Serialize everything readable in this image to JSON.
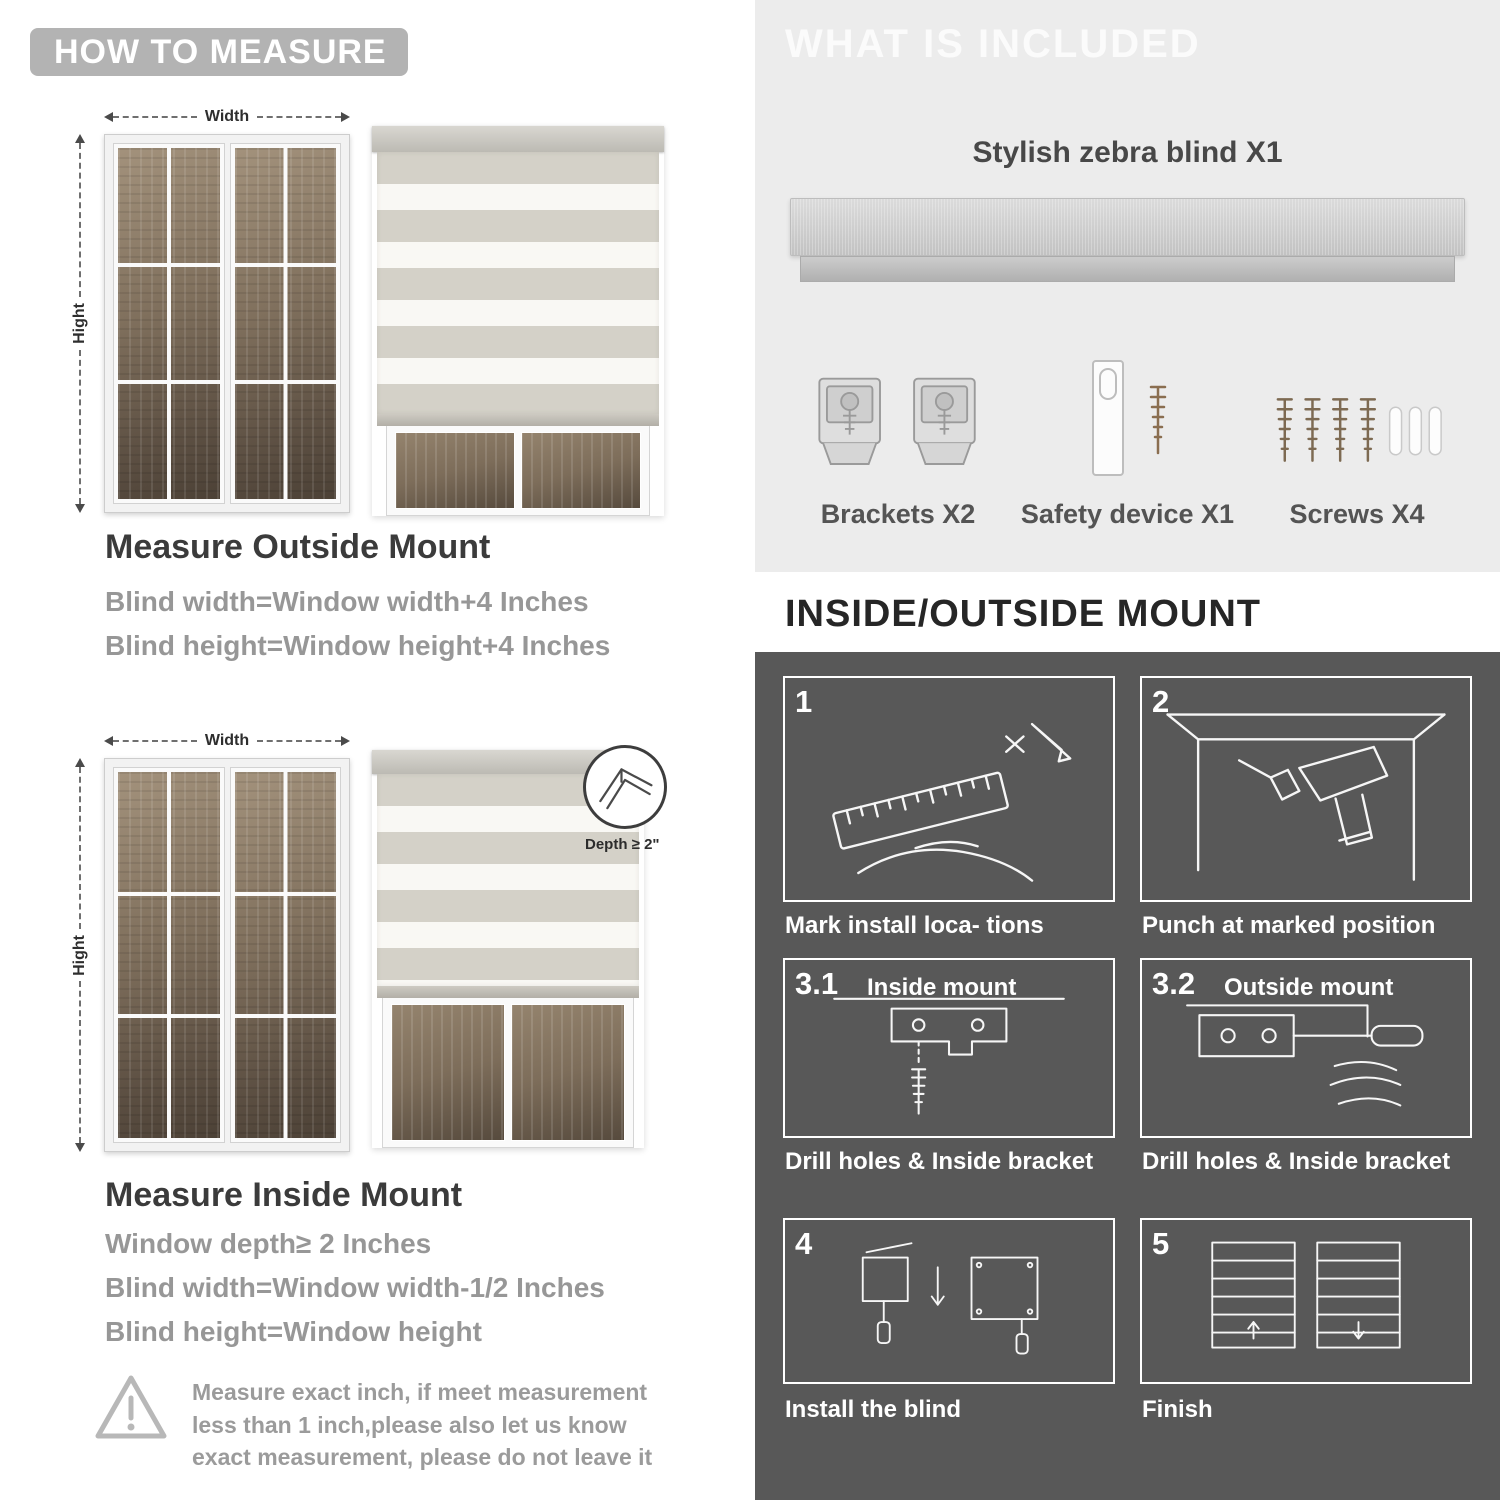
{
  "measure": {
    "header": "HOW TO MEASURE",
    "width_label": "Width",
    "height_label": "Hight",
    "outside": {
      "title": "Measure Outside Mount",
      "line1": "Blind width=Window width+4 Inches",
      "line2": "Blind height=Window height+4 Inches"
    },
    "inside": {
      "depth_callout": "Depth ≥ 2\"",
      "title": "Measure Inside Mount",
      "line1": "Window depth≥ 2 Inches",
      "line2": "Blind width=Window width-1/2 Inches",
      "line3": "Blind height=Window height"
    },
    "note": "Measure exact inch, if meet measurement less than 1 inch,please also let us know exact measurement, please do not leave it"
  },
  "included": {
    "header": "WHAT IS INCLUDED",
    "blind_label": "Stylish zebra blind X1",
    "items": [
      {
        "label": "Brackets X2"
      },
      {
        "label": "Safety device X1"
      },
      {
        "label": "Screws X4"
      }
    ]
  },
  "mount": {
    "header": "INSIDE/OUTSIDE MOUNT",
    "steps": [
      {
        "number": "1",
        "caption": "Mark install loca- tions"
      },
      {
        "number": "2",
        "caption": "Punch at  marked position"
      },
      {
        "number": "3.1",
        "label": "Inside mount",
        "caption": "Drill holes &  Inside bracket"
      },
      {
        "number": "3.2",
        "label": "Outside mount",
        "caption": "Drill holes &  Inside bracket"
      },
      {
        "number": "4",
        "caption": "Install the blind"
      },
      {
        "number": "5",
        "caption": "Finish"
      }
    ]
  },
  "colors": {
    "header_pill": "#b3b3b3",
    "included_panel_bg": "#ececec",
    "mount_panel_bg": "#585858",
    "heading_text": "#3b3b3b",
    "muted_text": "#979797",
    "caption_text": "#ffffff"
  }
}
